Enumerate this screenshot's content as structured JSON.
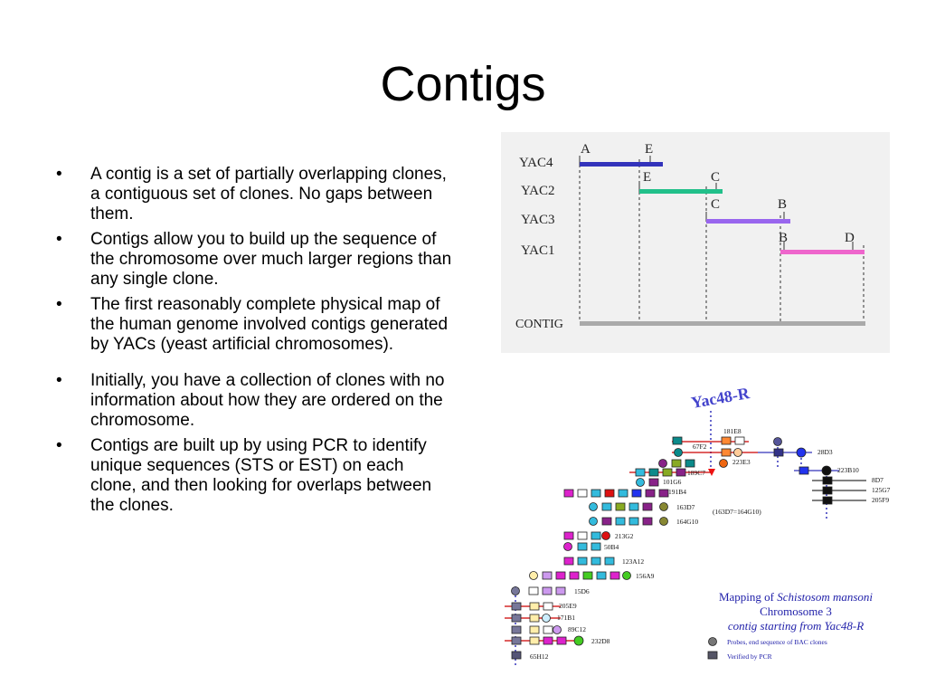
{
  "title": "Contigs",
  "bullets": [
    "A contig is a set of partially overlapping clones, a contiguous set of clones.  No gaps between them.",
    "Contigs allow you to build up the sequence of the chromosome over much larger regions than any single clone.",
    "The first reasonably complete physical map of the human genome involved contigs generated by YACs (yeast artificial chromosomes).",
    "Initially, you have a collection of clones with no information about how they are ordered on the chromosome.",
    "Contigs are built up by using PCR to identify unique sequences (STS or EST) on each clone, and then looking for overlaps between the clones."
  ],
  "bullet_symbol": "•",
  "yac_diagram": {
    "clones": [
      {
        "label": "YAC4",
        "left": "A",
        "right": "E",
        "color": "#3333bb"
      },
      {
        "label": "YAC2",
        "left": "E",
        "right": "C",
        "color": "#22c08a"
      },
      {
        "label": "YAC3",
        "left": "C",
        "right": "B",
        "color": "#9966ee"
      },
      {
        "label": "YAC1",
        "left": "B",
        "right": "D",
        "color": "#ee66cc"
      }
    ],
    "contig_label": "CONTIG",
    "contig_color": "#aaaaaa"
  },
  "map_figure": {
    "title": "Yac48-R",
    "clone_labels": [
      "181E8",
      "67F2",
      "28D3",
      "223E3",
      "189C7",
      "223B10",
      "101G6",
      "8D7",
      "191B4",
      "125G7",
      "205F9",
      "163D7",
      "(163D7=164G10)",
      "164G10",
      "213G2",
      "50B4",
      "123A12",
      "156A9",
      "15D6",
      "205E9",
      "171B1",
      "89C12",
      "232D8",
      "65H12"
    ],
    "caption": {
      "line1_prefix": "Mapping of ",
      "line1_italic": "Schistosom mansoni",
      "line2": "Chromosome 3",
      "line3": "contig starting from Yac48-R"
    },
    "legend": [
      {
        "label": "Probes, end sequence of BAC clones",
        "icon": "circle-icon"
      },
      {
        "label": "Verified by PCR",
        "icon": "square-icon"
      }
    ],
    "colors": {
      "title": "#4444cc",
      "caption": "#2222aa",
      "probe_line": "#cc0000",
      "verified_line": "#3333bb"
    }
  }
}
